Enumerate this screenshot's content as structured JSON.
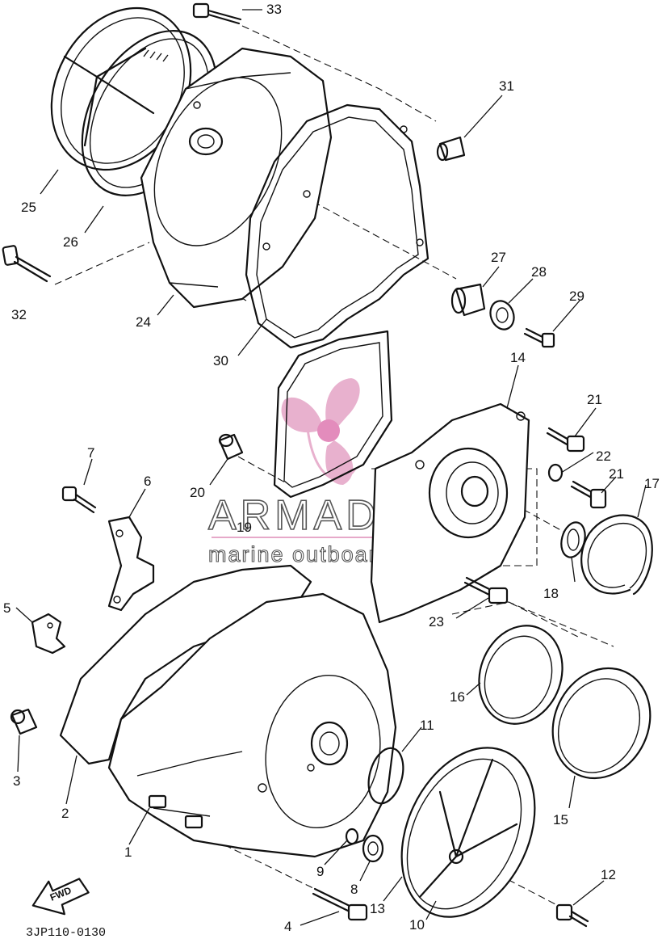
{
  "diagram": {
    "drawing_code": "3JP110-0130",
    "direction_label": "FWD",
    "watermark": {
      "brand": "ARMADA",
      "tagline": "marine outboards",
      "color": "#e6a9c9"
    },
    "callouts": [
      {
        "id": "p33",
        "label": "33"
      },
      {
        "id": "p31",
        "label": "31"
      },
      {
        "id": "p25",
        "label": "25"
      },
      {
        "id": "p26",
        "label": "26"
      },
      {
        "id": "p32",
        "label": "32"
      },
      {
        "id": "p24",
        "label": "24"
      },
      {
        "id": "p30",
        "label": "30"
      },
      {
        "id": "p27",
        "label": "27"
      },
      {
        "id": "p28",
        "label": "28"
      },
      {
        "id": "p29",
        "label": "29"
      },
      {
        "id": "p14",
        "label": "14"
      },
      {
        "id": "p21a",
        "label": "21"
      },
      {
        "id": "p22",
        "label": "22"
      },
      {
        "id": "p21b",
        "label": "21"
      },
      {
        "id": "p17",
        "label": "17"
      },
      {
        "id": "p7",
        "label": "7"
      },
      {
        "id": "p6",
        "label": "6"
      },
      {
        "id": "p20",
        "label": "20"
      },
      {
        "id": "p19",
        "label": "19"
      },
      {
        "id": "p18",
        "label": "18"
      },
      {
        "id": "p23",
        "label": "23"
      },
      {
        "id": "p5",
        "label": "5"
      },
      {
        "id": "p16",
        "label": "16"
      },
      {
        "id": "p11",
        "label": "11"
      },
      {
        "id": "p3",
        "label": "3"
      },
      {
        "id": "p2",
        "label": "2"
      },
      {
        "id": "p15",
        "label": "15"
      },
      {
        "id": "p1",
        "label": "1"
      },
      {
        "id": "p9",
        "label": "9"
      },
      {
        "id": "p12",
        "label": "12"
      },
      {
        "id": "p8",
        "label": "8"
      },
      {
        "id": "p13",
        "label": "13"
      },
      {
        "id": "p10",
        "label": "10"
      },
      {
        "id": "p4",
        "label": "4"
      }
    ]
  }
}
